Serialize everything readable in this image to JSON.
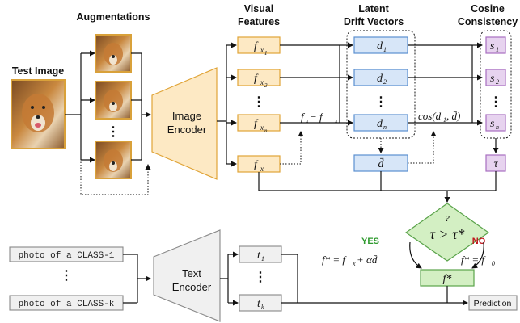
{
  "headers": {
    "augmentations": "Augmentations",
    "test_image": "Test Image",
    "visual_features": [
      "Visual",
      "Features"
    ],
    "latent_drift": [
      "Latent",
      "Drift Vectors"
    ],
    "cosine": [
      "Cosine",
      "Consistency"
    ]
  },
  "image_encoder": [
    "Image",
    "Encoder"
  ],
  "text_encoder": [
    "Text",
    "Encoder"
  ],
  "vdots": "⋮",
  "features": {
    "f1": "f",
    "f1_sub": "x",
    "f1_subsub": "1",
    "f2_subsub": "2",
    "fn_subsub": "n",
    "fx": "f",
    "fx_sub": "x"
  },
  "drift": {
    "d": "d",
    "s1": "1",
    "s2": "2",
    "sn": "n",
    "dbar": "d̄"
  },
  "cos": {
    "s": "s",
    "tau": "τ"
  },
  "formulas": {
    "diff": "f",
    "diff_mid": " − f",
    "cos_label": "cos(d",
    "cos_mid": ", d̄)",
    "cond": "τ > τ*",
    "cond_q": "?",
    "yes": "YES",
    "no": "NO",
    "yes_formula": "f* = f",
    "yes_formula_tail": " + αd̄",
    "no_formula": "f* = f",
    "no_formula_tail": "0",
    "fstar": "f*"
  },
  "prompts": [
    "photo of a CLASS-1",
    "photo of a CLASS-k"
  ],
  "text_feats": {
    "t": "t",
    "t1": "1",
    "tk": "k"
  },
  "prediction": "Prediction",
  "colors": {
    "orange": "#fde9c4",
    "blue": "#d7e6f8",
    "purple": "#e7d3ef",
    "green": "#d3efc3",
    "yes": "#2e9a2e",
    "no": "#c0141b"
  }
}
